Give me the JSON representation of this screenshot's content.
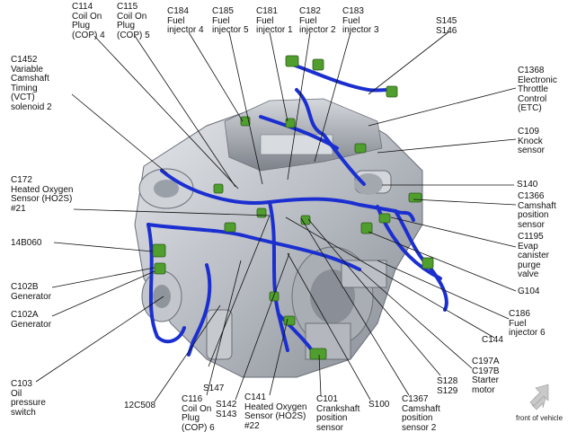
{
  "labels": {
    "c114": "C114\nCoil On\nPlug\n(COP) 4",
    "c115": "C115\nCoil On\nPlug\n(COP) 5",
    "c184": "C184\nFuel\ninjector 4",
    "c185": "C185\nFuel\ninjector 5",
    "c181": "C181\nFuel\ninjector 1",
    "c182": "C182\nFuel\ninjector 2",
    "c183": "C183\nFuel\ninjector 3",
    "s145": "S145\nS146",
    "c1452": "C1452\nVariable\nCamshaft\nTiming\n(VCT)\nsolenoid 2",
    "c1368": "C1368\nElectronic\nThrottle\nControl\n(ETC)",
    "c109": "C109\nKnock\nsensor",
    "c172": "C172\nHeated Oxygen\nSensor (HO2S)\n#21",
    "s140": "S140",
    "c1366": "C1366\nCamshaft\nposition\nsensor",
    "c1195": "C1195\nEvap\ncanister\npurge\nvalve",
    "l14b060": "14B060",
    "c102b": "C102B\nGenerator",
    "g104": "G104",
    "c102a": "C102A\nGenerator",
    "c186": "C186\nFuel\ninjector 6",
    "c144": "C144",
    "c197": "C197A\nC197B\nStarter\nmotor",
    "s128": "S128\nS129",
    "c103": "C103\nOil\npressure\nswitch",
    "s147": "S147",
    "l12c508": "12C508",
    "c116": "C116\nCoil On\nPlug\n(COP) 6",
    "s142": "S142\nS143",
    "c141": "C141\nHeated Oxygen\nSensor (HO2S)\n#22",
    "c101": "C101\nCrankshaft\nposition\nsensor",
    "s100": "S100",
    "c1367": "C1367\nCamshaft\nposition\nsensor 2"
  },
  "footer": {
    "front_of_vehicle": "front of vehicle"
  },
  "colors": {
    "harness": "#1b2fd0",
    "connector": "#4f9e2e",
    "engine": "#b9bcc2",
    "leader": "#111111"
  }
}
